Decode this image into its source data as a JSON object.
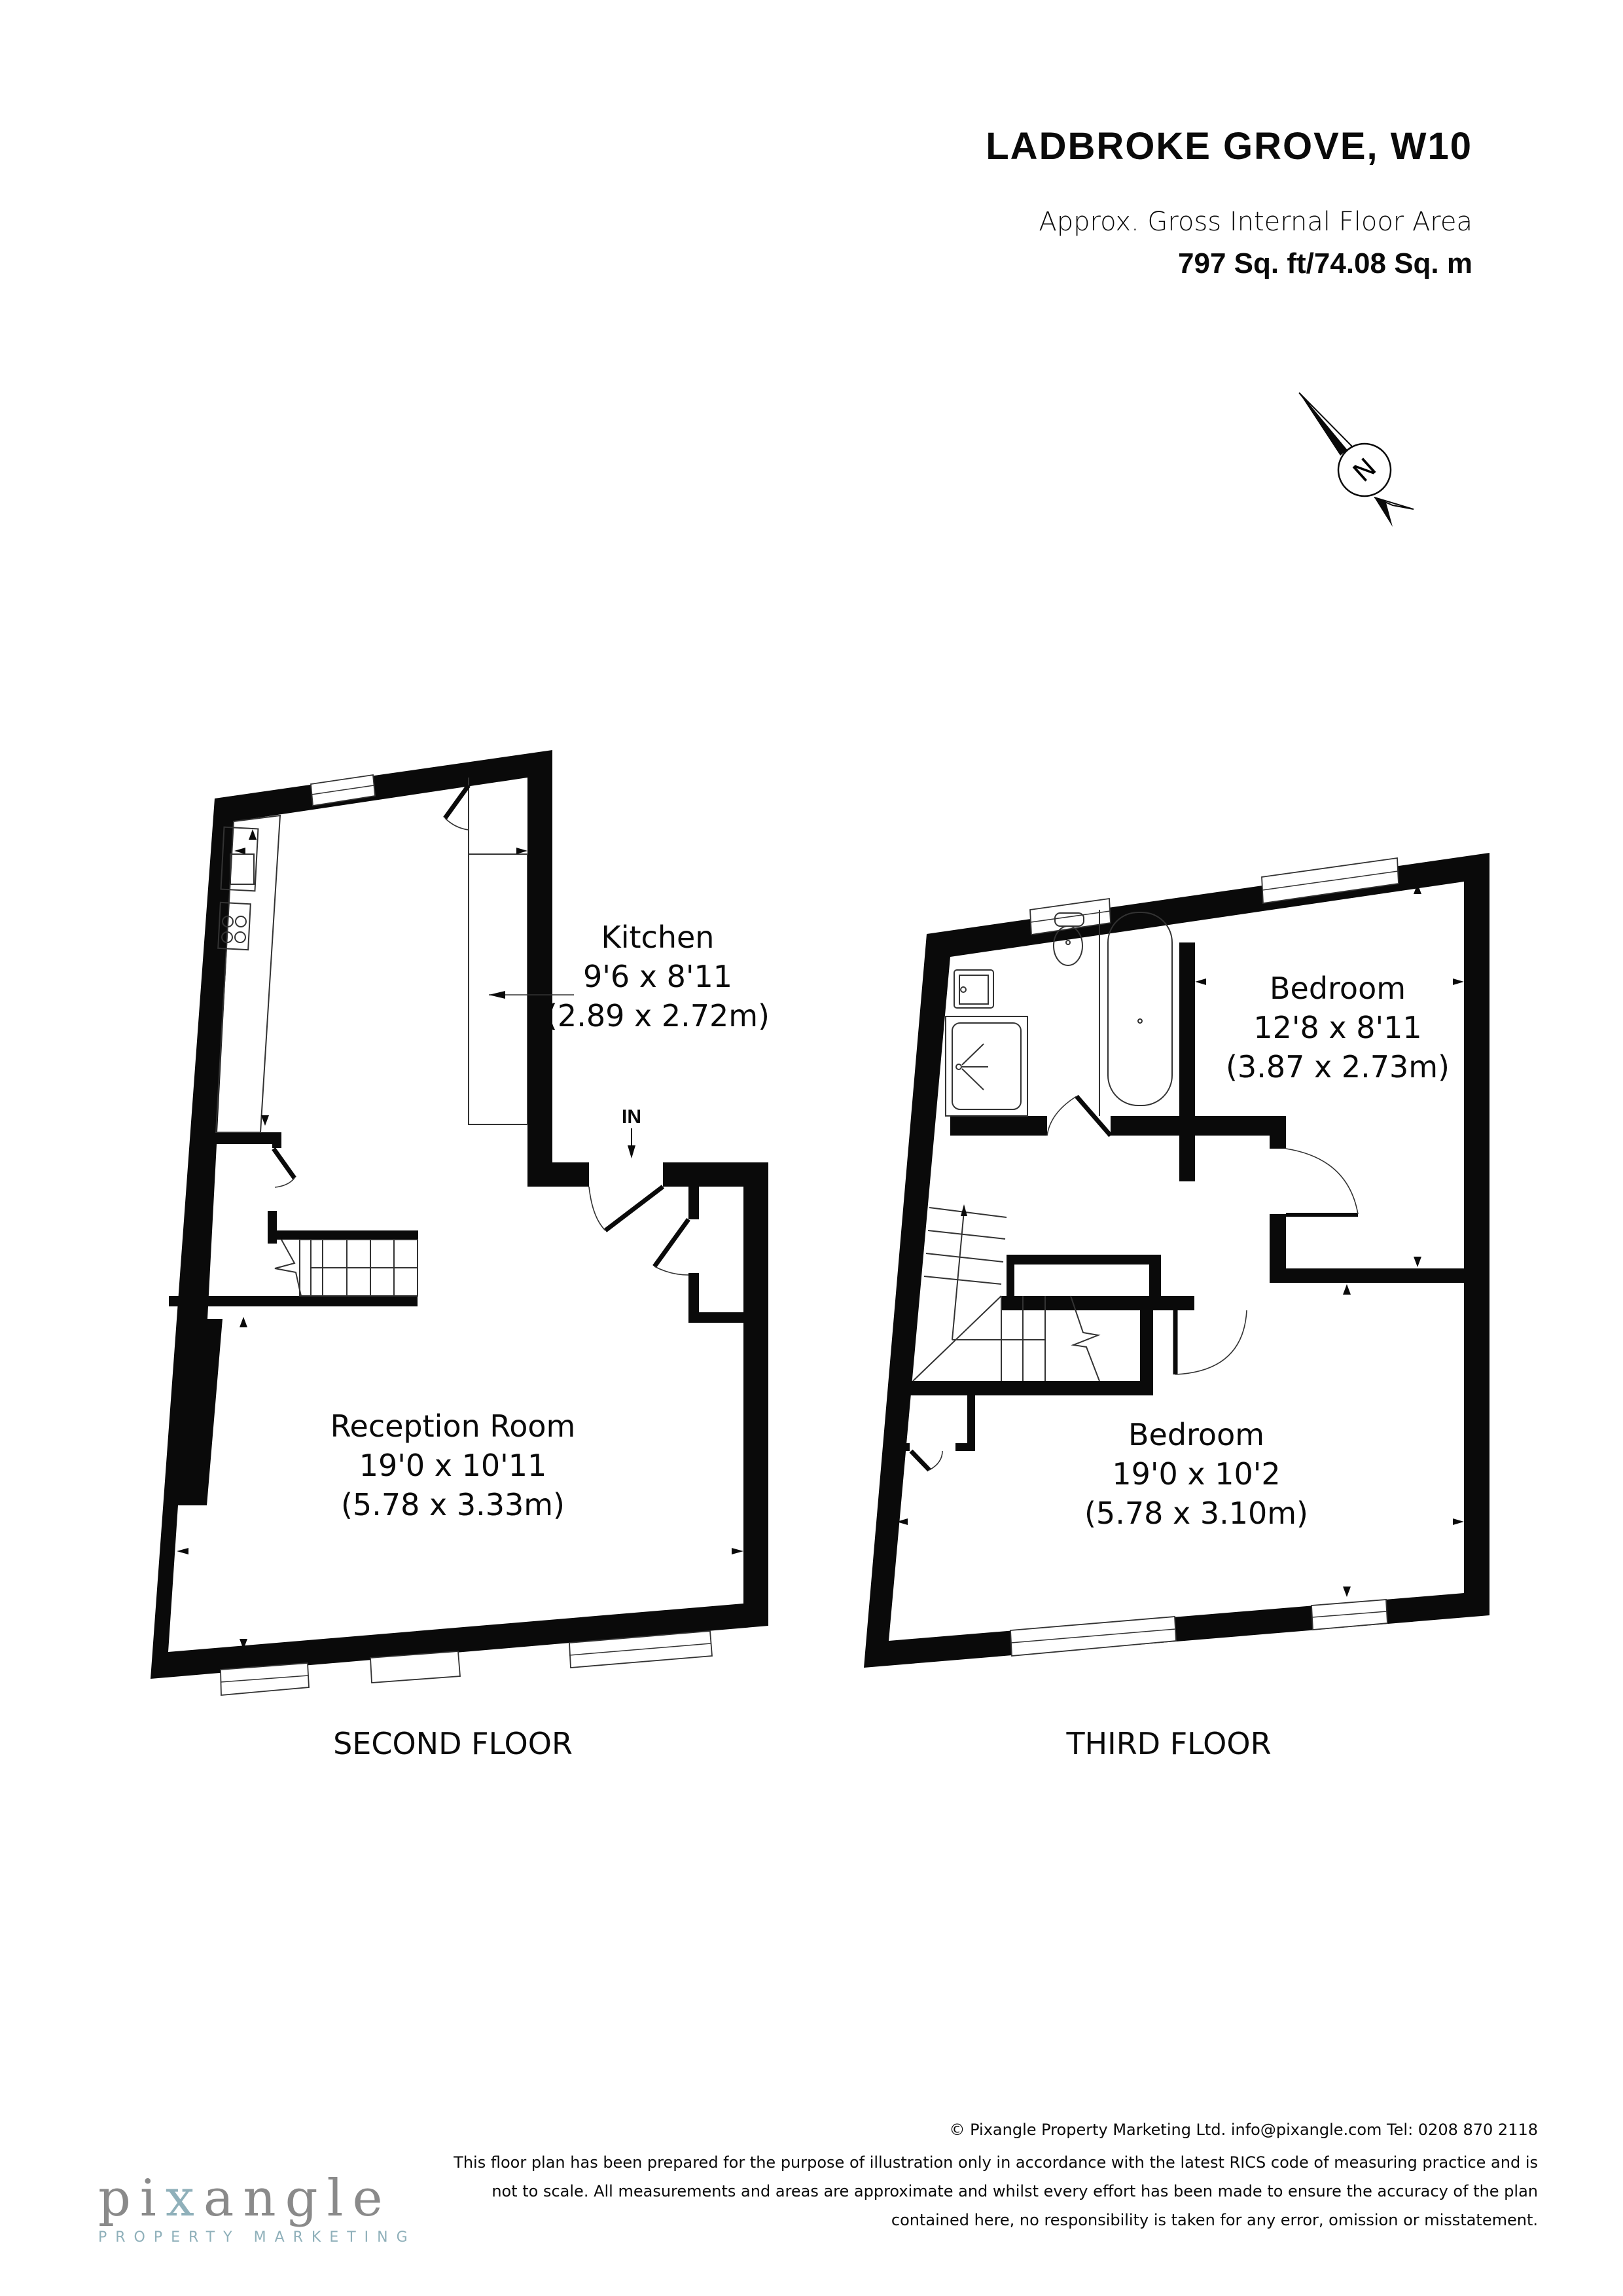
{
  "header": {
    "title": "LADBROKE GROVE, W10",
    "subtitle": "Approx. Gross Internal Floor Area",
    "area": "797 Sq. ft/74.08 Sq. m"
  },
  "compass": {
    "label": "N"
  },
  "floors": [
    {
      "name": "SECOND FLOOR",
      "entrance_label": "IN",
      "rooms": [
        {
          "name": "Kitchen",
          "imperial": "9'6 x 8'11",
          "metric": "(2.89 x 2.72m)"
        },
        {
          "name": "Reception Room",
          "imperial": "19'0 x 10'11",
          "metric": "(5.78 x 3.33m)"
        }
      ]
    },
    {
      "name": "THIRD FLOOR",
      "rooms": [
        {
          "name": "Bedroom",
          "imperial": "12'8 x 8'11",
          "metric": "(3.87 x 2.73m)"
        },
        {
          "name": "Bedroom",
          "imperial": "19'0 x 10'2",
          "metric": "(5.78 x 3.10m)"
        }
      ]
    }
  ],
  "footer": {
    "copyright": "© Pixangle Property Marketing Ltd. info@pixangle.com Tel: 0208 870 2118",
    "disclaimer_lines": [
      "This floor plan has been prepared for the purpose of illustration only in accordance with the latest RICS code of measuring practice and is",
      "not to scale. All measurements and areas are approximate and whilst every effort has been made to ensure the accuracy of the plan",
      "contained here, no responsibility is taken for any error, omission or misstatement."
    ]
  },
  "logo": {
    "word_start": "pi",
    "word_x": "x",
    "word_end": "angle",
    "tagline": "PROPERTY MARKETING",
    "colors": {
      "word": "#8a8a8a",
      "accent": "#8fb0ba"
    }
  }
}
